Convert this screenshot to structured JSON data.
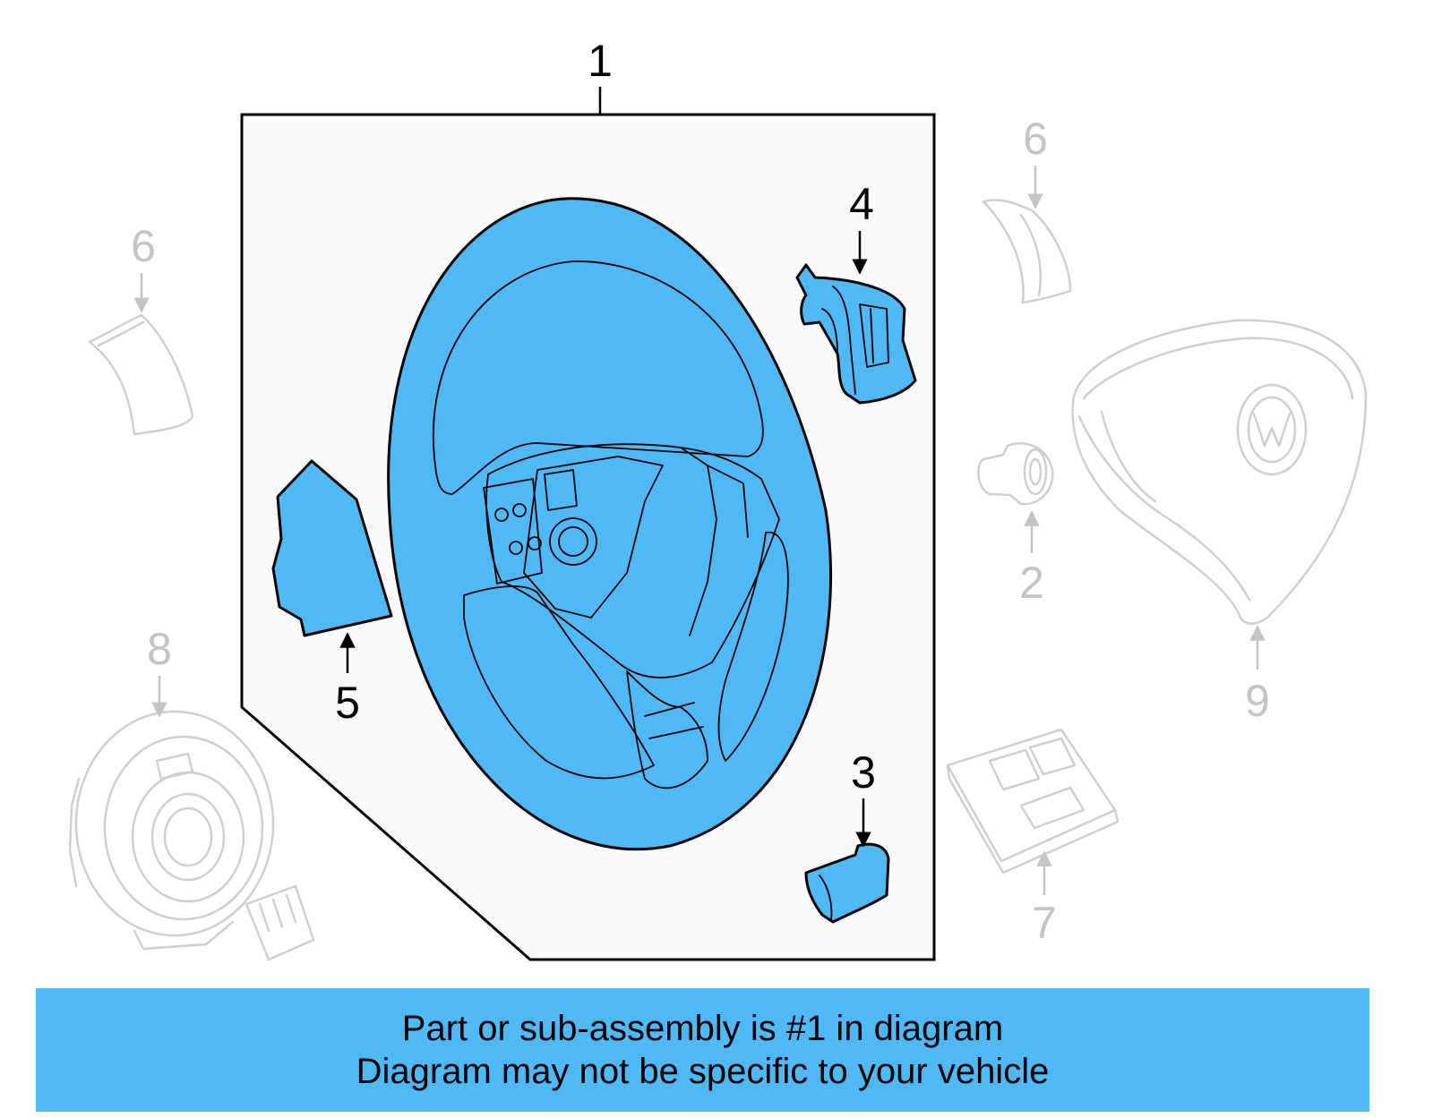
{
  "callouts": {
    "c1": "1",
    "c2": "2",
    "c3": "3",
    "c4": "4",
    "c5": "5",
    "c6a": "6",
    "c6b": "6",
    "c7": "7",
    "c8": "8",
    "c9": "9"
  },
  "banner": {
    "line1": "Part or sub-assembly is #1 in diagram",
    "line2": "Diagram may not be specific to your vehicle"
  },
  "colors": {
    "highlight": "#4fb9f5",
    "ghost": "#cfcfcf",
    "outline": "#000000"
  }
}
